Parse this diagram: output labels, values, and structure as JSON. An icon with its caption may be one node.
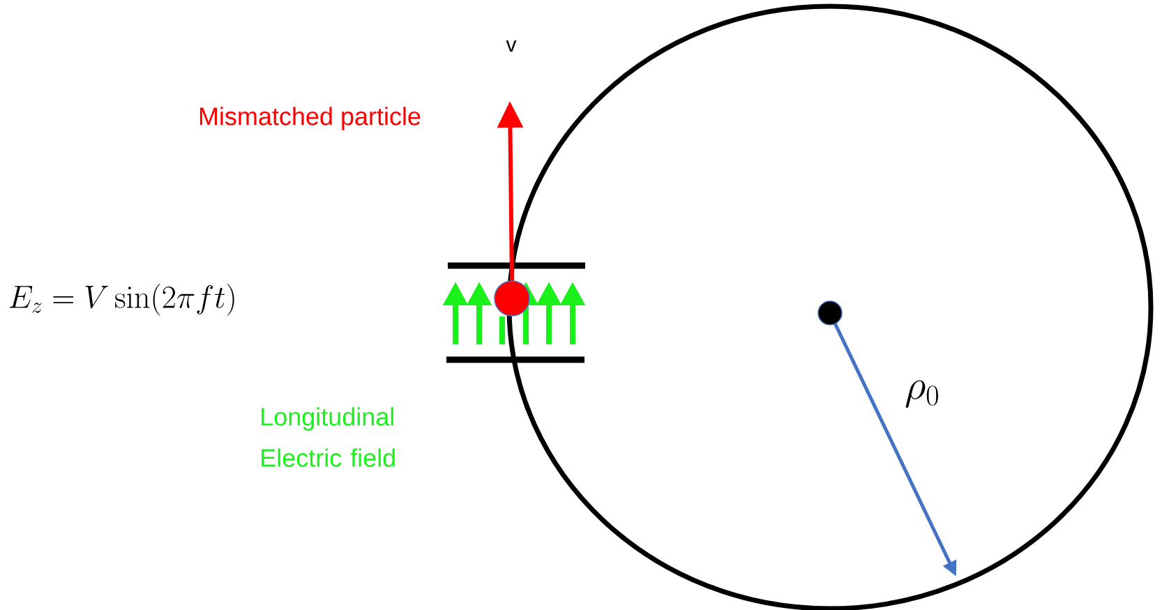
{
  "diagram": {
    "labels": [
      "v",
      "Mismatched particle",
      "E_z = V\\sin(2\\pi f t)",
      "Longitudinal Electric field",
      "\\rho_0"
    ]
  }
}
